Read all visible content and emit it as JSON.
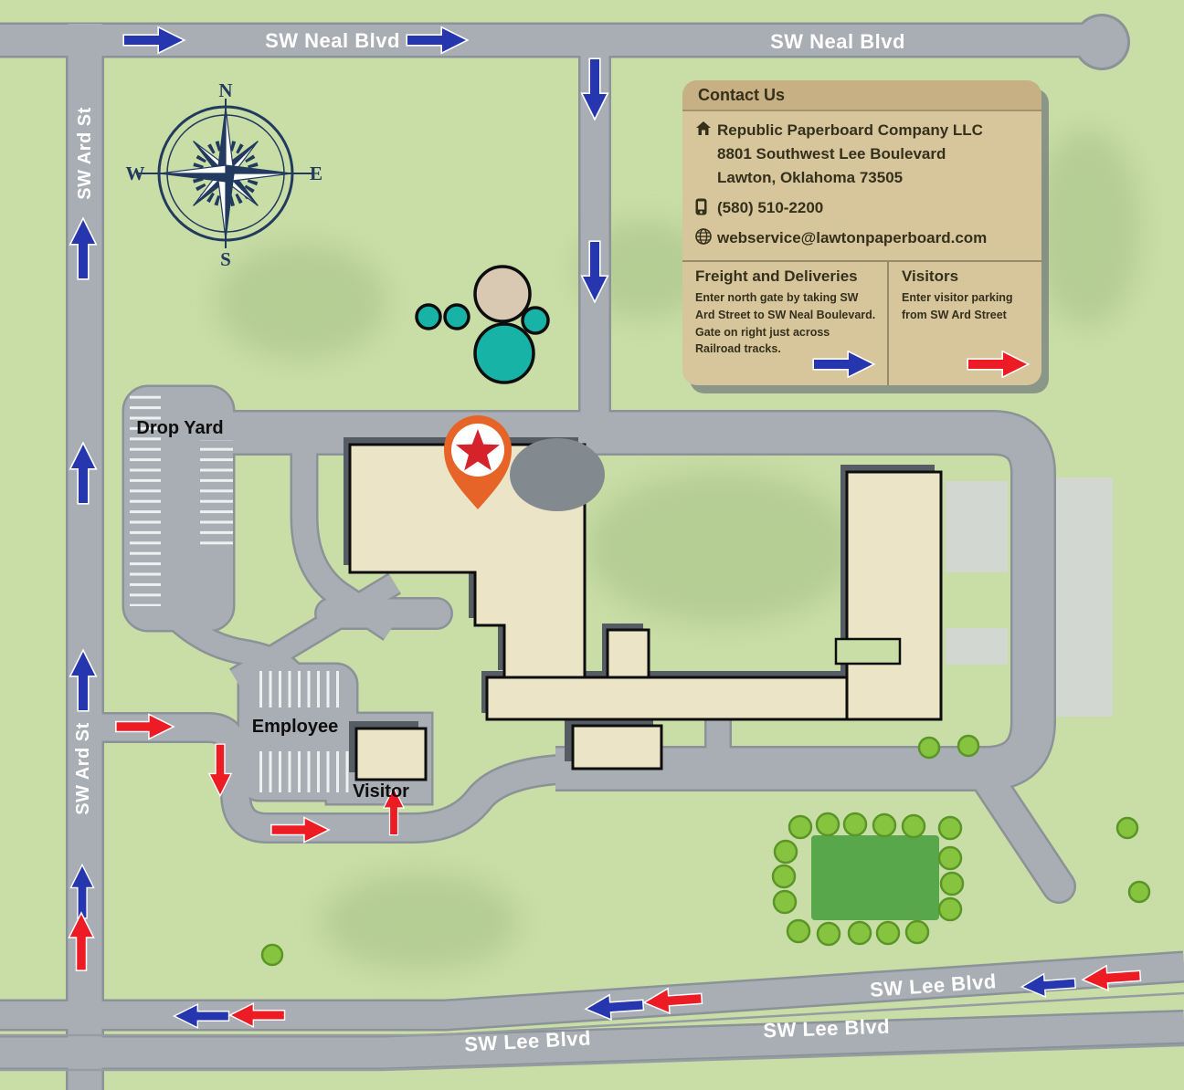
{
  "streets": {
    "neal": "SW Neal Blvd",
    "ard": "SW Ard St",
    "lee": "SW Lee Blvd"
  },
  "areas": {
    "drop_yard": "Drop Yard",
    "employee": "Employee",
    "visitor": "Visitor"
  },
  "compass": {
    "n": "N",
    "e": "E",
    "s": "S",
    "w": "W"
  },
  "icons": {
    "home": "home-icon",
    "phone": "mobile-phone-icon",
    "globe": "globe-icon",
    "pin": "location-pin-star-icon",
    "compass": "compass-rose-icon"
  },
  "contact_card": {
    "title": "Contact Us",
    "company": "Republic Paperboard Company LLC",
    "address_line1": "8801 Southwest Lee Boulevard",
    "address_line2": "Lawton, Oklahoma 73505",
    "phone": "(580) 510-2200",
    "email": "webservice@lawtonpaperboard.com",
    "freight": {
      "title": "Freight and Deliveries",
      "body": "Enter north gate by taking SW Ard Street to SW Neal Boulevard. Gate on right just across Railroad tracks."
    },
    "visitors": {
      "title": "Visitors",
      "body": "Enter visitor parking from SW  Ard Street"
    }
  },
  "colors": {
    "background_green": "#c9dea6",
    "road_gray": "#a8aeb4",
    "road_border": "#8b9298",
    "building_tan": "#ece4c6",
    "card_tan": "#d7c69c",
    "card_header_tan": "#c7b083",
    "freight_arrow_blue": "#2636ae",
    "visitor_arrow_red": "#ed1c24",
    "pin_orange": "#e66427",
    "pin_star_red": "#d6222b",
    "tank_teal": "#17b3a6",
    "lawn_green": "#58a74b",
    "compass_navy": "#223a5e"
  }
}
